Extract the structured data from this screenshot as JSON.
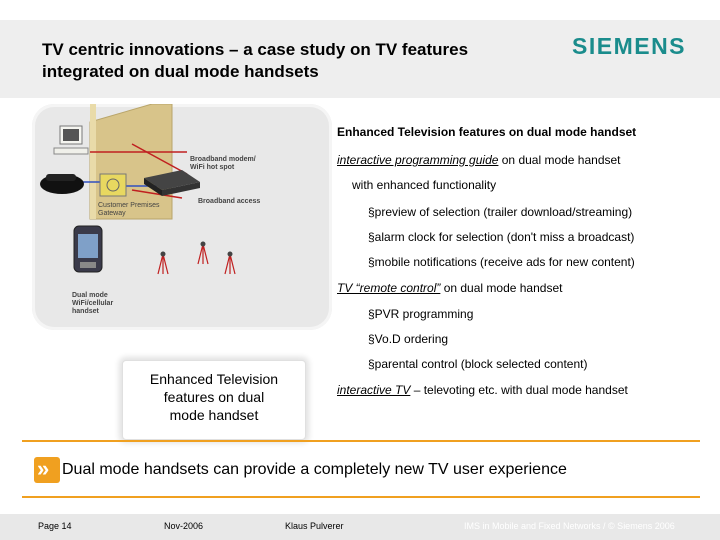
{
  "header": {
    "title_line1": "TV centric innovations – a case study on TV features",
    "title_line2": "integrated on dual mode handsets",
    "logo_text": "SIEMENS",
    "brand_color": "#1a8c8c"
  },
  "diagram": {
    "labels": {
      "broadband_modem_1": "Broadband modem/",
      "broadband_modem_2": "WiFi hot spot",
      "broadband_access": "Broadband access",
      "customer_premises_1": "Customer Premises",
      "customer_premises_2": "Gateway",
      "dual_mode_1": "Dual mode",
      "dual_mode_2": "WiFi/cellular",
      "dual_mode_3": "handset"
    },
    "icons": [
      "computer-icon",
      "building-icon",
      "telephone-icon",
      "gateway-icon",
      "modem-icon",
      "pda-handset-icon",
      "cell-tower-icon"
    ]
  },
  "callout": {
    "line1": "Enhanced Television",
    "line2": "features on dual",
    "line3": "mode handset"
  },
  "content": {
    "heading": "Enhanced Television features on dual mode handset",
    "item1_link": "interactive programming guide",
    "item1_rest": " on dual mode handset",
    "item1_sub": "with enhanced functionality",
    "bullet1": "§preview of selection (trailer download/streaming)",
    "bullet2": "§alarm clock for selection (don't miss a broadcast)",
    "bullet3": "§mobile notifications (receive ads for new content)",
    "item2_link": "TV “remote control”",
    "item2_rest": " on dual mode handset",
    "bullet4": "§PVR programming",
    "bullet5": "§Vo.D ordering",
    "bullet6": "§parental control (block selected content)",
    "item3_link": "interactive TV",
    "item3_rest": " – televoting etc. with dual mode handset"
  },
  "banner": {
    "chevron": "»",
    "text": "Dual mode handsets can provide a completely new TV user experience",
    "accent_color": "#f0a020"
  },
  "footer": {
    "page": "Page 14",
    "date": "Nov-2006",
    "author": "Klaus Pulverer",
    "right": "IMS in Mobile and Fixed Networks / © Siemens 2006"
  }
}
